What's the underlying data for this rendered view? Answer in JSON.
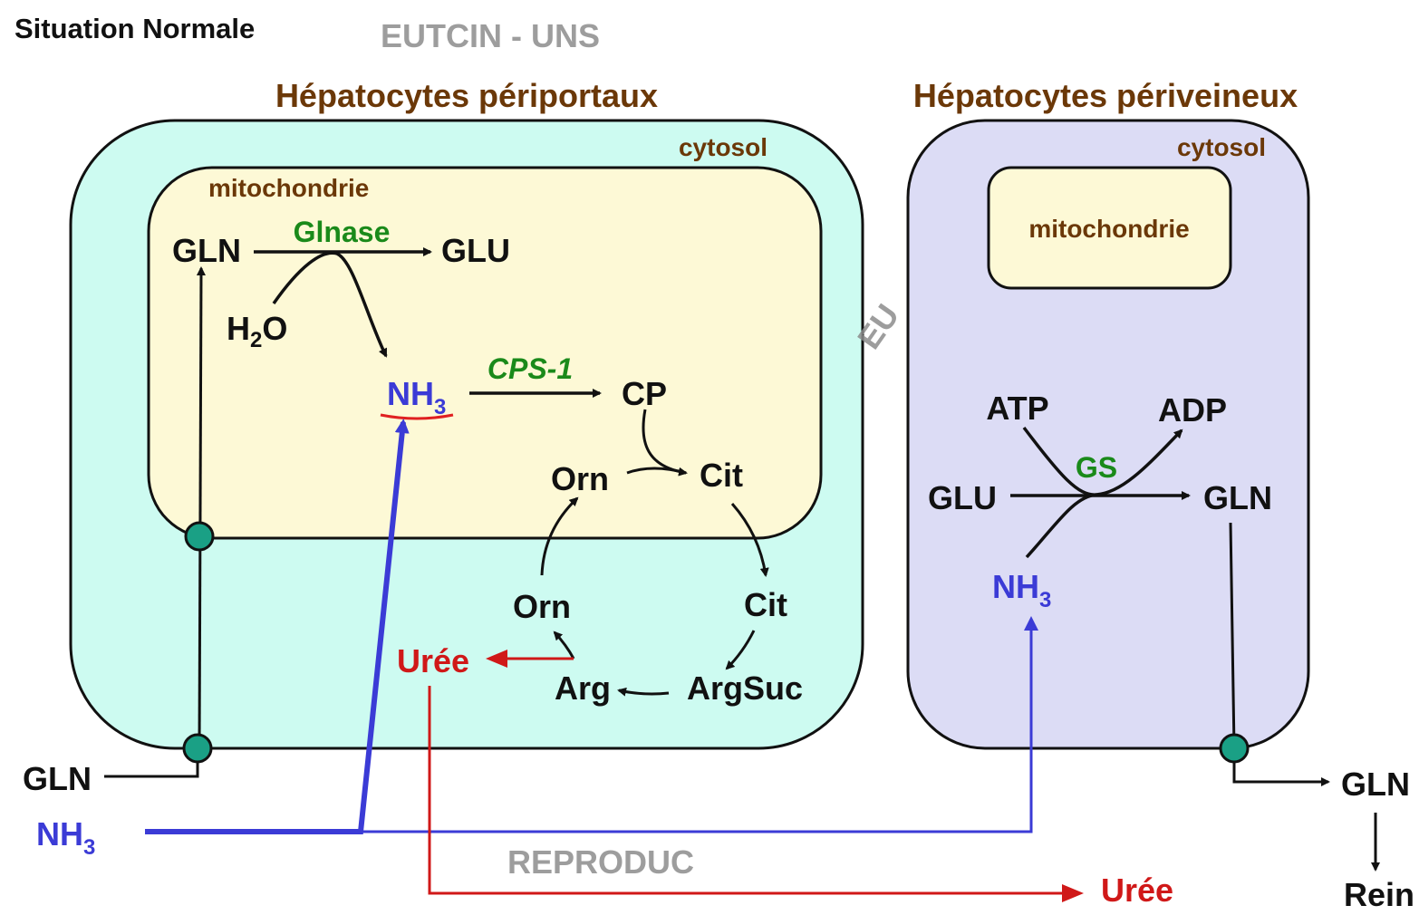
{
  "title": "Situation Normale",
  "colors": {
    "cytosol_periportal": "#cdfbf1",
    "mitochondria": "#fdf9d6",
    "cytosol_perivenous": "#dcdcf5",
    "compartment_label": "#6b3808",
    "enzyme": "#1a8a1a",
    "ammonia": "#3b3bd6",
    "urea": "#d01818",
    "transporter": "#1aa085"
  },
  "periportal": {
    "title": "Hépatocytes périportaux",
    "cytosol_label": "cytosol",
    "mito_label": "mitochondrie",
    "gln": "GLN",
    "enzyme_glnase": "Glnase",
    "glu": "GLU",
    "h2o": "H",
    "h2o_sub": "2",
    "h2o_end": "O",
    "nh3": "NH",
    "nh3_sub": "3",
    "enzyme_cps1": "CPS-1",
    "cp": "CP",
    "orn_mito": "Orn",
    "cit_mito": "Cit",
    "cit_cyto": "Cit",
    "argsuc": "ArgSuc",
    "arg": "Arg",
    "orn_cyto": "Orn",
    "uree": "Urée"
  },
  "perivenous": {
    "title": "Hépatocytes périveineux",
    "cytosol_label": "cytosol",
    "mito_label": "mitochondrie",
    "atp": "ATP",
    "adp": "ADP",
    "enzyme_gs": "GS",
    "glu": "GLU",
    "gln": "GLN",
    "nh3": "NH",
    "nh3_sub": "3"
  },
  "outside": {
    "gln_in": "GLN",
    "nh3_in": "NH",
    "nh3_in_sub": "3",
    "uree_out": "Urée",
    "gln_out": "GLN",
    "rein": "Rein"
  },
  "watermark": {
    "bottom_left": "REPRODUC",
    "middle": "EU",
    "top_right": "EUTCIN - UNS"
  }
}
